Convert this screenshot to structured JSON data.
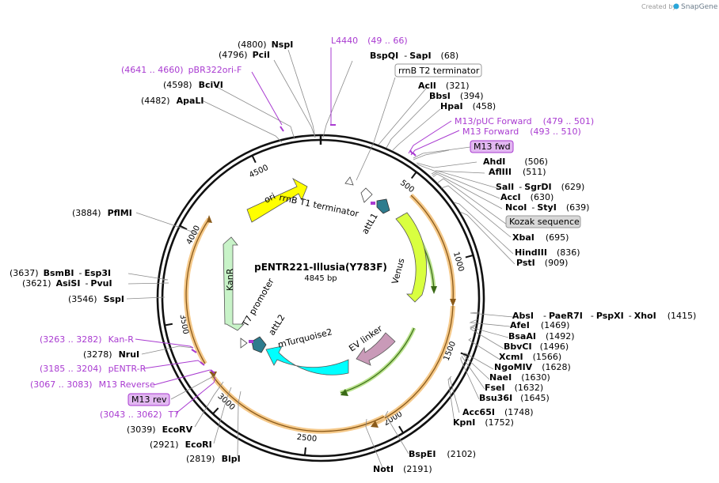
{
  "credit": {
    "text": "Created by",
    "brand": "SnapGene"
  },
  "plasmid": {
    "name": "pENTR221-Illusia(Y783F)",
    "size": "4845 bp"
  },
  "ticks": [
    "500",
    "1000",
    "1500",
    "2000",
    "2500",
    "3000",
    "3500",
    "4000",
    "4500"
  ],
  "features": {
    "ori": "ori",
    "kanr": "KanR",
    "venus": "Venus",
    "mturquoise": "mTurquoise2",
    "ev_linker": "EV linker",
    "attl1": "attL1",
    "attl2": "attL2",
    "t1term": "rrnB T1 terminator",
    "t7prom": "T7 promoter"
  },
  "boxed": {
    "t2term": "rrnB T2 terminator",
    "m13fwd": "M13 fwd",
    "kozak": "Kozak sequence",
    "m13rev": "M13 rev"
  },
  "labels": {
    "nspi": {
      "num": "(4800)",
      "name": "NspI"
    },
    "pcii": {
      "num": "(4796)",
      "name": "PciI"
    },
    "l4440": {
      "name": "L4440",
      "range": "(49 .. 66)"
    },
    "bspqi": {
      "name": "BspQI",
      "sep": "-",
      "name2": "SapI",
      "num": "(68)"
    },
    "pbr322": {
      "range": "(4641 .. 4660)",
      "name": "pBR322ori-F"
    },
    "bcivi": {
      "num": "(4598)",
      "name": "BciVI"
    },
    "apali": {
      "num": "(4482)",
      "name": "ApaLI"
    },
    "acli": {
      "name": "AclI",
      "num": "(321)"
    },
    "bbsi": {
      "name": "BbsI",
      "num": "(394)"
    },
    "hpai": {
      "name": "HpaI",
      "num": "(458)"
    },
    "m13puc": {
      "name": "M13/pUC Forward",
      "range": "(479 .. 501)"
    },
    "m13forward": {
      "name": "M13 Forward",
      "range": "(493 .. 510)"
    },
    "ahdi": {
      "name": "AhdI",
      "num": "(506)"
    },
    "aflii": {
      "name": "AflIII",
      "num": "(511)"
    },
    "sali": {
      "name": "SalI",
      "sep": "-",
      "name2": "SgrDI",
      "num": "(629)"
    },
    "acci": {
      "name": "AccI",
      "num": "(630)"
    },
    "ncoi": {
      "name": "NcoI",
      "sep": "-",
      "name2": "StyI",
      "num": "(639)"
    },
    "xbai": {
      "name": "XbaI",
      "num": "(695)"
    },
    "hindiii": {
      "name": "HindIII",
      "num": "(836)"
    },
    "psti": {
      "name": "PstI",
      "num": "(909)"
    },
    "pflmi": {
      "num": "(3884)",
      "name": "PflMI"
    },
    "bsmbi": {
      "num": "(3637)",
      "name": "BsmBI",
      "sep": "-",
      "name2": "Esp3I"
    },
    "asisi": {
      "num": "(3621)",
      "name": "AsiSI",
      "sep": "-",
      "name2": "PvuI"
    },
    "sspi": {
      "num": "(3546)",
      "name": "SspI"
    },
    "kanr_p": {
      "range": "(3263 .. 3282)",
      "name": "Kan-R"
    },
    "nrui": {
      "num": "(3278)",
      "name": "NruI"
    },
    "pentr": {
      "range": "(3185 .. 3204)",
      "name": "pENTR-R"
    },
    "m13reverse": {
      "range": "(3067 .. 3083)",
      "name": "M13 Reverse"
    },
    "t7": {
      "range": "(3043 .. 3062)",
      "name": "T7"
    },
    "ecorv": {
      "num": "(3039)",
      "name": "EcoRV"
    },
    "ecori": {
      "num": "(2921)",
      "name": "EcoRI"
    },
    "blpi": {
      "num": "(2819)",
      "name": "BlpI"
    },
    "absi": {
      "name": "AbsI",
      "sep": "-",
      "name2": "PaeR7I",
      "sep2": "-",
      "name3": "PspXI",
      "sep3": "-",
      "name4": "XhoI",
      "num": "(1415)"
    },
    "afei": {
      "name": "AfeI",
      "num": "(1469)"
    },
    "bsaai": {
      "name": "BsaAI",
      "num": "(1492)"
    },
    "bbvci": {
      "name": "BbvCI",
      "num": "(1496)"
    },
    "xcmi": {
      "name": "XcmI",
      "num": "(1566)"
    },
    "ngomiv": {
      "name": "NgoMIV",
      "num": "(1628)"
    },
    "naei": {
      "name": "NaeI",
      "num": "(1630)"
    },
    "fsei": {
      "name": "FseI",
      "num": "(1632)"
    },
    "bsu36i": {
      "name": "Bsu36I",
      "num": "(1645)"
    },
    "acc65i": {
      "name": "Acc65I",
      "num": "(1748)"
    },
    "kpni": {
      "name": "KpnI",
      "num": "(1752)"
    },
    "bspei": {
      "name": "BspEI",
      "num": "(2102)"
    },
    "noti": {
      "name": "NotI",
      "num": "(2191)"
    }
  }
}
